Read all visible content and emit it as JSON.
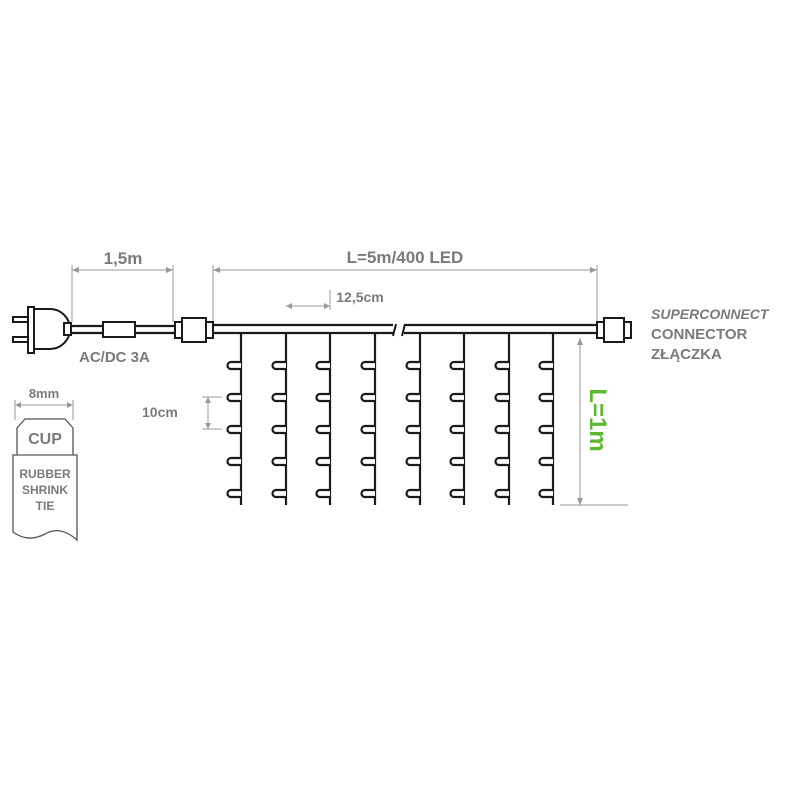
{
  "labels": {
    "lead_length": "1,5m",
    "total_length": "L=5m/400 LED",
    "strand_spacing": "12,5cm",
    "bulb_spacing": "10cm",
    "power": "AC/DC 3A",
    "connector_brand": "SUPERCONNECT",
    "connector_en": "CONNECTOR",
    "connector_pl": "ZŁĄCZKA",
    "strand_length": "L=1m",
    "cup_width": "8mm",
    "cup": "CUP",
    "tie_line1": "RUBBER",
    "tie_line2": "SHRINK",
    "tie_line3": "TIE"
  },
  "colors": {
    "text": "#7a7a7a",
    "accent": "#5cb82e",
    "line": "#1a1a1a"
  },
  "strands_visible": 8,
  "bulbs_per_strand_visible": 5
}
